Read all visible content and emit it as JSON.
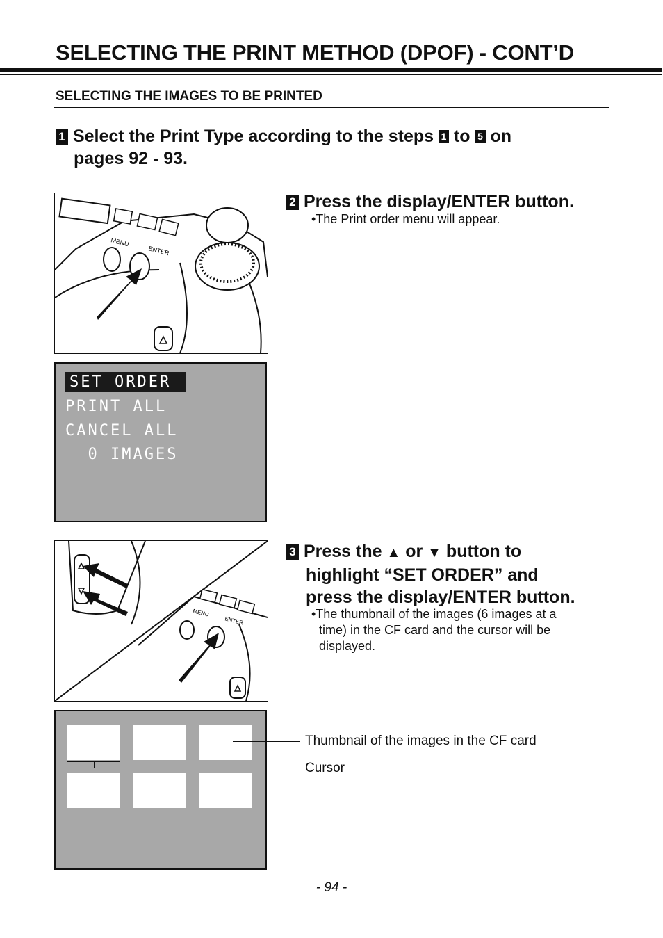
{
  "header": {
    "title": "SELECTING THE PRINT METHOD (DPOF) - CONT’D",
    "section": "SELECTING THE IMAGES TO BE PRINTED"
  },
  "step1": {
    "num": "1",
    "text_a": "Select the Print Type according to the steps",
    "ref_a": "1",
    "text_b": "to",
    "ref_b": "5",
    "text_c": "on",
    "line2": "pages 92 - 93."
  },
  "step2": {
    "num": "2",
    "text": "Press the display/ENTER button.",
    "bullet": "•The Print order menu will appear.",
    "camera_labels": {
      "menu": "MENU",
      "enter": "ENTER"
    }
  },
  "lcd_menu": {
    "items": [
      "SET ORDER",
      "PRINT ALL",
      "CANCEL ALL",
      "  0 IMAGES"
    ]
  },
  "step3": {
    "num": "3",
    "line1_a": "Press the",
    "up_glyph": "▲",
    "line1_b": "or",
    "down_glyph": "▼",
    "line1_c": "button to",
    "line2": "highlight “SET ORDER” and",
    "line3": "press the display/ENTER button.",
    "bullet_line1": "•The thumbnail of the images (6 images at a",
    "bullet_line2": "time) in the CF card and the cursor will be",
    "bullet_line3": "displayed.",
    "camera_labels": {
      "menu": "MENU",
      "enter": "ENTER"
    }
  },
  "thumb_screen": {
    "callout_thumbnail": "Thumbnail of the images in the CF card",
    "callout_cursor": "Cursor"
  },
  "footer": {
    "page": "- 94 -"
  }
}
